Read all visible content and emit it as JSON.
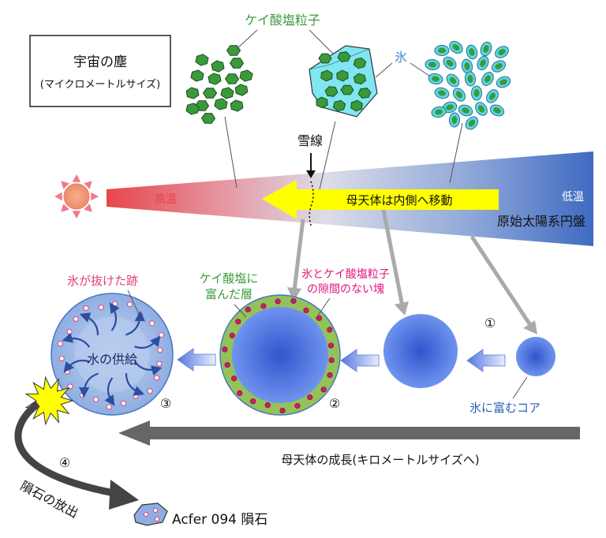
{
  "labels": {
    "dust_title": "宇宙の塵",
    "dust_size": "(マイクロメートルサイズ)",
    "silicate": "ケイ酸塩粒子",
    "ice": "氷",
    "snowline": "雪線",
    "hot": "高温",
    "cold": "低温",
    "inward": "母天体は内側へ移動",
    "disk": "原始太陽系円盤",
    "ice_trace": "氷が抜けた跡",
    "silicate_layer_1": "ケイ酸塩に",
    "silicate_layer_2": "富んだ層",
    "mixed_lump_1": "氷とケイ酸塩粒子",
    "mixed_lump_2": "の隙間のない塊",
    "water_supply": "水の供給",
    "ice_core": "氷に富むコア",
    "growth": "母天体の成長(キロメートルサイズへ)",
    "release": "隕石の放出",
    "meteorite": "Acfer 094 隕石",
    "step1": "①",
    "step2": "②",
    "step3": "③",
    "step4": "④"
  },
  "colors": {
    "hot": "#e8414a",
    "cold": "#2a5db5",
    "silicate_green": "#3a9a3a",
    "ice_cyan": "#5bd6e8",
    "ice_label": "#3e8fd0",
    "magenta": "#e0147a",
    "pink": "#e0407a",
    "body_blue": "#4a74e6",
    "arrow_gray": "#aaaaaa",
    "arrow_dark": "#444444",
    "yellow": "#ffff00"
  }
}
